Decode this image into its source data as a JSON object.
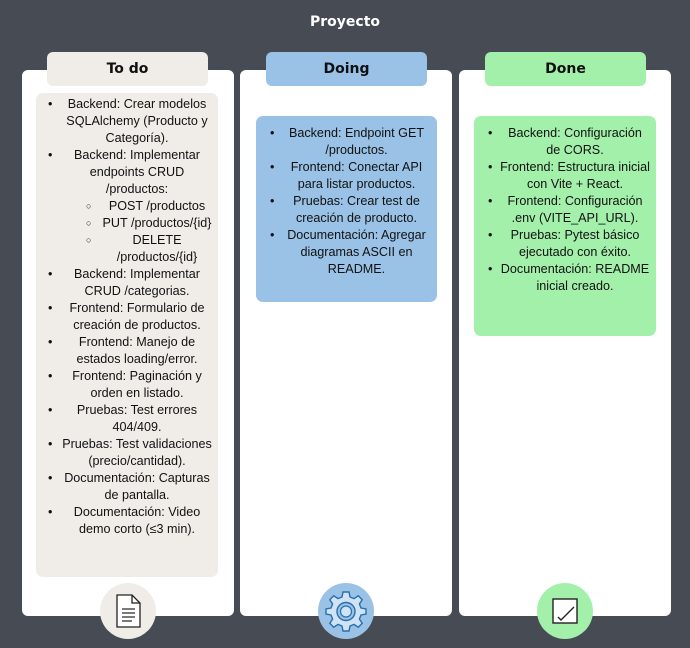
{
  "board": {
    "title": "Proyecto"
  },
  "columns": [
    {
      "title": "To do",
      "items": [
        {
          "text": "Backend: Crear modelos SQLAlchemy (Producto y Categoría)."
        },
        {
          "text": "Backend: Implementar endpoints CRUD /productos:",
          "subitems": [
            "POST /productos",
            "PUT /productos/{id}",
            "DELETE /productos/{id}"
          ]
        },
        {
          "text": "Backend: Implementar CRUD /categorias."
        },
        {
          "text": "Frontend: Formulario de creación de productos."
        },
        {
          "text": "Frontend: Manejo de estados loading/error."
        },
        {
          "text": "Frontend: Paginación y orden en listado."
        },
        {
          "text": "Pruebas: Test errores 404/409."
        },
        {
          "text": "Pruebas: Test validaciones (precio/cantidad)."
        },
        {
          "text": "Documentación: Capturas de pantalla."
        },
        {
          "text": "Documentación: Video demo corto (≤3 min)."
        }
      ]
    },
    {
      "title": "Doing",
      "items": [
        {
          "text": "Backend: Endpoint GET /productos."
        },
        {
          "text": "Frontend: Conectar API para listar productos."
        },
        {
          "text": "Pruebas: Crear test de creación de producto."
        },
        {
          "text": "Documentación: Agregar diagramas ASCII en README."
        }
      ]
    },
    {
      "title": "Done",
      "items": [
        {
          "text": "Backend: Configuración de CORS."
        },
        {
          "text": "Frontend: Estructura inicial con Vite + React."
        },
        {
          "text": "Frontend: Configuración .env (VITE_API_URL)."
        },
        {
          "text": "Pruebas: Pytest básico ejecutado con éxito."
        },
        {
          "text": "Documentación: README inicial creado."
        }
      ]
    }
  ],
  "icons": [
    "document-icon",
    "gear-icon",
    "checkbox-icon"
  ],
  "colors": {
    "background": "#474c54",
    "todo": "#f0ede8",
    "doing": "#99c2e6",
    "done": "#a3f0ab",
    "icon_stroke": "#2a6fad"
  }
}
